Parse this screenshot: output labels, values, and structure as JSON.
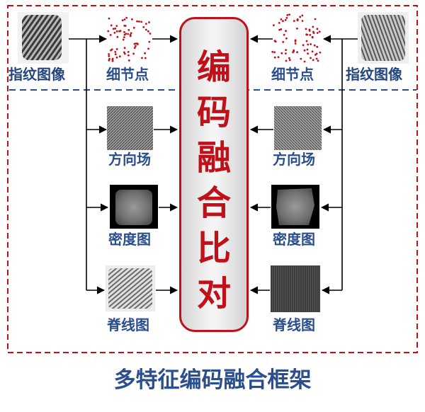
{
  "labels": {
    "fingerprint_left": "指纹图像",
    "fingerprint_right": "指纹图像",
    "minutiae_left": "细节点",
    "minutiae_right": "细节点",
    "orientation_left": "方向场",
    "orientation_right": "方向场",
    "density_left": "密度图",
    "density_right": "密度图",
    "ridge_left": "脊线图",
    "ridge_right": "脊线图"
  },
  "center": {
    "text": "编码融合比对"
  },
  "title": "多特征编码融合框架",
  "colors": {
    "accent_red": "#c0101a",
    "label_blue": "#2a4e8c",
    "dashed_border_red": "#c0101a",
    "dashed_divider_blue": "#2a4e8c"
  }
}
